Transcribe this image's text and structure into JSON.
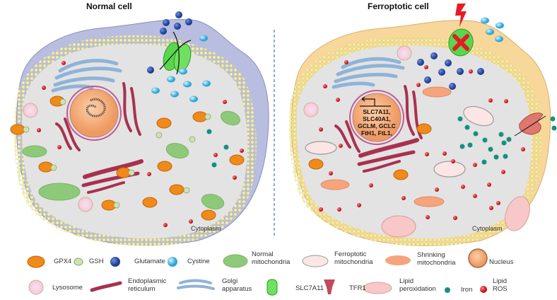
{
  "panels": {
    "normal": {
      "title": "Normal cell",
      "cytoplasm_label": "Cytoplasm"
    },
    "ferroptotic": {
      "title": "Ferroptotic cell",
      "cytoplasm_label": "Cytoplasm",
      "nucleus_genes": [
        "SLC7A11,",
        "SLC40A1,",
        "GCLM, GCLC",
        "FtH1, FtL1,"
      ]
    }
  },
  "legend": {
    "row1": [
      {
        "icon": "gpx4-icon",
        "label": "GPX4"
      },
      {
        "icon": "gsh-icon",
        "label": "GSH"
      },
      {
        "icon": "glutamate-icon",
        "label": "Glutamate"
      },
      {
        "icon": "cystine-icon",
        "label": "Cystine"
      },
      {
        "icon": "normal-mitochondria-icon",
        "label_lines": [
          "Normal",
          "mitochondria"
        ]
      },
      {
        "icon": "ferroptotic-mitochondria-icon",
        "label_lines": [
          "Ferroptotic",
          "mitochondria"
        ]
      },
      {
        "icon": "shrinking-mitochondria-icon",
        "label_lines": [
          "Shrinking",
          "mitochondria"
        ]
      },
      {
        "icon": "nucleus-icon",
        "label": "Nucleus"
      }
    ],
    "row2": [
      {
        "icon": "lysosome-icon",
        "label": "Lysosome"
      },
      {
        "icon": "endoplasmic-reticulum-icon",
        "label_lines": [
          "Endoplasmic",
          "reticulum"
        ]
      },
      {
        "icon": "golgi-apparatus-icon",
        "label_lines": [
          "Golgi",
          "apparatus"
        ]
      },
      {
        "icon": "slc7a11-icon",
        "label": "SLC7A11"
      },
      {
        "icon": "tfr1-icon",
        "label": "TFR1"
      },
      {
        "icon": "lipid-peroxidation-icon",
        "label_lines": [
          "Lipid",
          "peroxidation"
        ]
      },
      {
        "icon": "iron-icon",
        "label": "Iron"
      },
      {
        "icon": "lipid-ros-icon",
        "label_lines": [
          "Lipid",
          "ROS"
        ]
      }
    ]
  },
  "colors": {
    "normal_membrane": "#b9bddf",
    "ferro_membrane": "#f7d79a",
    "cytoplasm": "#e3e3e3",
    "bilayer": "#f2ef9a",
    "nucleus": "#f2a877",
    "glutamate": "#2f57b0",
    "cystine": "#5fc2e8",
    "iron": "#16907f",
    "ros": "#d8202a",
    "mito_normal": "#8ec97a",
    "er": "#a8314f",
    "golgi": "#8fb3d8",
    "slc7a11": "#59d64e"
  }
}
